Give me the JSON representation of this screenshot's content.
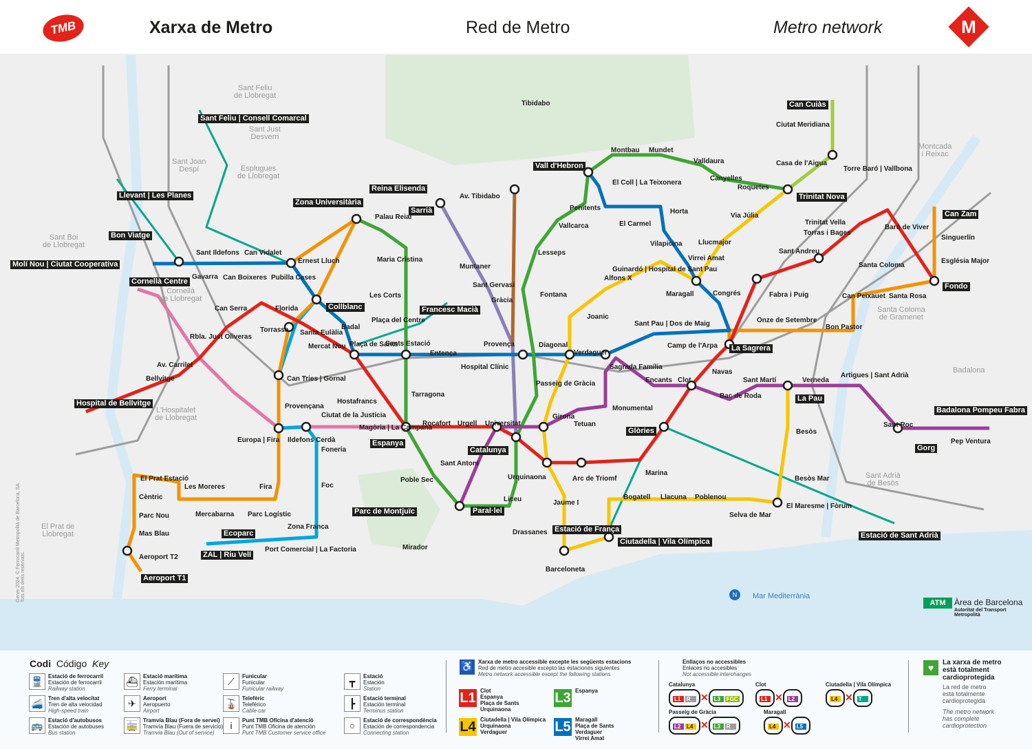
{
  "header": {
    "logo_left": "TMB",
    "title_ca": "Xarxa de Metro",
    "title_es": "Red de Metro",
    "title_en": "Metro network",
    "logo_right": "M",
    "brand_color": "#e2231a"
  },
  "lines": [
    {
      "id": "L1",
      "color": "#e2231a"
    },
    {
      "id": "L2",
      "color": "#9b3e97"
    },
    {
      "id": "L3",
      "color": "#3fa535"
    },
    {
      "id": "L4",
      "color": "#f7c500"
    },
    {
      "id": "L5",
      "color": "#0072bc"
    },
    {
      "id": "L9",
      "color": "#f39200"
    },
    {
      "id": "L10",
      "color": "#00a6e0"
    },
    {
      "id": "L11",
      "color": "#a4cb3b"
    },
    {
      "id": "L6",
      "color": "#8a7fb8"
    },
    {
      "id": "L7",
      "color": "#b0672b"
    },
    {
      "id": "L8",
      "color": "#e474a7"
    },
    {
      "id": "R",
      "color": "#9d9d9d"
    },
    {
      "id": "T",
      "color": "#00a78e"
    }
  ],
  "stations": [
    "Hospital de Bellvitge",
    "Bellvitge",
    "Av. Carrilet",
    "Rbla. Just Oliveras",
    "Can Serra",
    "Florida",
    "Torrassa",
    "Santa Eulàlia",
    "Mercat Nou",
    "Plaça de Sants",
    "Hostafrancs",
    "Espanya",
    "Rocafort",
    "Urgell",
    "Universitat",
    "Catalunya",
    "Urquinaona",
    "Arc de Triomf",
    "Marina",
    "Glòries",
    "Clot",
    "Navas",
    "La Sagrera",
    "Fabra i Puig",
    "Sant Andreu",
    "Torras i Bages",
    "Trinitat Vella",
    "Baró de Viver",
    "Santa Coloma",
    "Fondo",
    "Paral·lel",
    "Sant Antoni",
    "Passeig de Gràcia",
    "Tetuan",
    "Monumental",
    "Sagrada Família",
    "Encants",
    "Bac de Roda",
    "Sant Martí",
    "La Pau",
    "Verneda",
    "Artigues | Sant Adrià",
    "Sant Roc",
    "Gorg",
    "Pep Ventura",
    "Badalona Pompeu Fabra",
    "Zona Universitària",
    "Palau Reial",
    "Maria Cristina",
    "Les Corts",
    "Plaça del Centre",
    "Sants Estació",
    "Tarragona",
    "Poble Sec",
    "Drassanes",
    "Liceu",
    "Diagonal",
    "Fontana",
    "Lesseps",
    "Vallcarca",
    "Penitents",
    "Vall d'Hebron",
    "Montbau",
    "Mundet",
    "Valldaura",
    "Canyelles",
    "Roquetes",
    "Trinitat Nova",
    "Besòs",
    "Besòs Mar",
    "El Maresme | Fòrum",
    "Selva de Mar",
    "Poblenou",
    "Llacuna",
    "Bogatell",
    "Ciutadella | Vila Olímpica",
    "Barceloneta",
    "Jaume I",
    "Girona",
    "Verdaguer",
    "Joanic",
    "Alfons X",
    "Guinardó | Hospital de Sant Pau",
    "Maragall",
    "Llucmajor",
    "Via Júlia",
    "Cornellà Centre",
    "Gavarra",
    "Sant Ildefons",
    "Can Boixeres",
    "Can Vidalet",
    "Pubilla Cases",
    "Ernest Lluch",
    "Collblanc",
    "Badal",
    "Entença",
    "Hospital Clínic",
    "Sant Pau | Dos de Maig",
    "Camp de l'Arpa",
    "Congrés",
    "Virrei Amat",
    "Vilapicina",
    "Horta",
    "El Carmel",
    "El Coll | La Teixonera",
    "Onze de Setembre",
    "Bon Pastor",
    "Can Peixauet",
    "Santa Rosa",
    "Església Major",
    "Singuerlín",
    "Can Zam",
    "Can Cuiàs",
    "Ciutat Meridiana",
    "Torre Baró | Vallbona",
    "Casa de l'Aigua",
    "Aeroport T1",
    "Aeroport T2",
    "Mas Blau",
    "Parc Nou",
    "Cèntric",
    "El Prat Estació",
    "Les Moreres",
    "Mercabarna",
    "Parc Logístic",
    "Fira",
    "Europa | Fira",
    "Can Tries | Gornal",
    "Provençana",
    "Ildefons Cerdà",
    "Foneria",
    "Foc",
    "Zona Franca",
    "Port Comercial | La Factoria",
    "ZAL | Riu Vell",
    "Ecoparc",
    "Sarrià",
    "Av. Tibidabo",
    "Reina Elisenda",
    "Francesc Macià",
    "Parc de Montjuïc",
    "Estació de França",
    "Estació de Sant Adrià",
    "Llevant | Les Planes",
    "Bon Viatge",
    "Sant Feliu | Consell Comarcal",
    "Molí Nou | Ciutat Cooperativa",
    "Gràcia",
    "Sant Gervasi",
    "Muntaner",
    "Provença",
    "Magòria | La Campana",
    "Ciutat de la Justícia",
    "Mirador",
    "Tibidabo"
  ],
  "areas": [
    "Sant Feliu\nde Llobregat",
    "Esplugues\nde Llobregat",
    "Sant Joan\nDespí",
    "Sant Just\nDesvern",
    "Sant Boi\nde Llobregat",
    "Cornellà\nde Llobregat",
    "L'Hospitalet\nde Llobregat",
    "El Prat de\nLlobregat",
    "Santa Coloma\nde Gramenet",
    "Sant Adrià\nde Besòs",
    "Badalona",
    "Montcada\ni Reixac"
  ],
  "sea_label": "Mar Mediterrània",
  "atm": {
    "logo": "ATM",
    "title": "Àrea de Barcelona",
    "subtitle": "Autoritat del Transport Metropolità"
  },
  "legend": {
    "title_ca": "Codi",
    "title_es": "Código",
    "title_en": "Key",
    "items": [
      {
        "icon": "train-icon",
        "ca": "Estació de ferrocarril",
        "es": "Estación de ferrocarril",
        "en": "Railway station"
      },
      {
        "icon": "high-speed-train-icon",
        "ca": "Tren d'alta velocitat",
        "es": "Tren de alta velocidad",
        "en": "High-speed train"
      },
      {
        "icon": "bus-icon",
        "ca": "Estació d'autobusos",
        "es": "Estación de autobuses",
        "en": "Bus station"
      },
      {
        "icon": "ferry-icon",
        "ca": "Estació marítima",
        "es": "Estación marítima",
        "en": "Ferry terminal"
      },
      {
        "icon": "airplane-icon",
        "ca": "Aeroport",
        "es": "Aeropuerto",
        "en": "Airport"
      },
      {
        "icon": "tramvia-blau-icon",
        "ca": "Tramvia Blau (Fora de servei)",
        "es": "Tramvía Blau (Fuera de servicio)",
        "en": "Tramvia Blau (Out of service)"
      },
      {
        "icon": "funicular-icon",
        "ca": "Funicular",
        "es": "Funicular",
        "en": "Funicular railway"
      },
      {
        "icon": "cable-car-icon",
        "ca": "Telefèric",
        "es": "Teleférico",
        "en": "Cable car"
      },
      {
        "icon": "info-icon",
        "ca": "Punt TMB Oficina d'atenció",
        "es": "Punt TMB Oficina de atención",
        "en": "Punt TMB Customer service office"
      },
      {
        "icon": "station-icon",
        "ca": "Estació",
        "es": "Estación",
        "en": "Station"
      },
      {
        "icon": "terminus-icon",
        "ca": "Estació terminal",
        "es": "Estación terminal",
        "en": "Terminus station"
      },
      {
        "icon": "interchange-icon",
        "ca": "Estació de correspondència",
        "es": "Estación de correspondencia",
        "en": "Connecting station"
      }
    ],
    "accessible": {
      "ca": "Xarxa de metro accessible excepte les següents estacions",
      "es": "Red de metro accesible excepto las estaciones siguientes",
      "en": "Metro network accessible except the following stations",
      "groups": [
        {
          "line": "L1",
          "color": "#e2231a",
          "text_color": "#fff",
          "stations": "Clot\nEspanya\nPlaça de Sants\nUrquinaona"
        },
        {
          "line": "L3",
          "color": "#3fa535",
          "text_color": "#fff",
          "stations": "Espanya"
        },
        {
          "line": "L4",
          "color": "#f7c500",
          "text_color": "#1d1d1b",
          "stations": "Ciutadella | Vila Olímpica\nUrquinaona\nVerdaguer"
        },
        {
          "line": "L5",
          "color": "#0072bc",
          "text_color": "#fff",
          "stations": "Maragall\nPlaça de Sants\nVerdaguer\nVirrei Amat"
        }
      ]
    },
    "interchanges": {
      "ca": "Enllaços no accessibles",
      "es": "Enlaces no accesibles",
      "en": "Not accessible interchanges",
      "items": [
        {
          "name": "Catalunya",
          "a": [
            "L1",
            "R"
          ],
          "b": [
            "L3",
            "FGC"
          ]
        },
        {
          "name": "Clot",
          "a": [
            "L1"
          ],
          "b": [
            "L2"
          ]
        },
        {
          "name": "Ciutadella | Vila Olímpica",
          "a": [
            "L4"
          ],
          "b": [
            "T"
          ]
        },
        {
          "name": "Passeig de Gràcia",
          "a": [
            "L2",
            "L4"
          ],
          "b": [
            "L3",
            "R"
          ]
        },
        {
          "name": "Maragall",
          "a": [
            "L4"
          ],
          "b": [
            "L5"
          ]
        }
      ]
    },
    "cardio": {
      "ca": "La xarxa de metro està totalment cardioprotegida",
      "es": "La red de metro está totalmente cardioprotegida",
      "en": "The metro network has complete cardioprotection"
    }
  },
  "copyright": "Gener 2024. © Ferrocarril Metropolità de Barcelona, SA. Tots els drets reservats."
}
